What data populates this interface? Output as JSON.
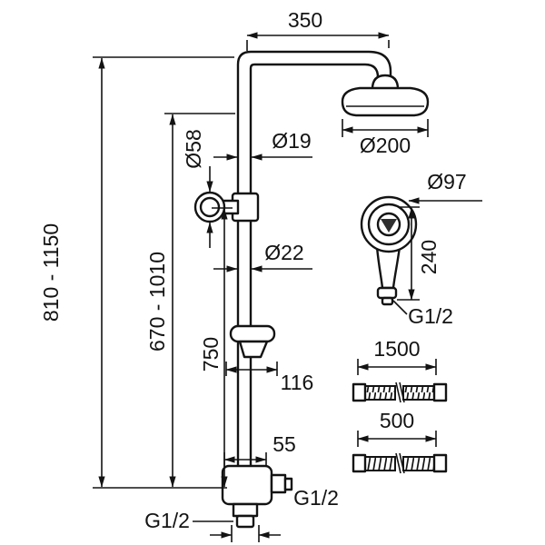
{
  "colors": {
    "ink": "#131313",
    "background": "#ffffff"
  },
  "labels": {
    "width_350": "350",
    "head_d": "Ø200",
    "pipe_d_upper": "Ø19",
    "flange_d": "Ø58",
    "height_overall": "810 - 1150",
    "height_inner": "670 - 1010",
    "height_column": "750",
    "pipe_d_lower": "Ø22",
    "holder_depth": "116",
    "valve_offset": "55",
    "hand_d": "Ø97",
    "hand_len": "240",
    "thread_hand": "G1/2",
    "hose_len_long": "1500",
    "hose_len_short": "500",
    "thread_valve_side": "G1/2",
    "thread_valve_bottom": "G1/2"
  }
}
